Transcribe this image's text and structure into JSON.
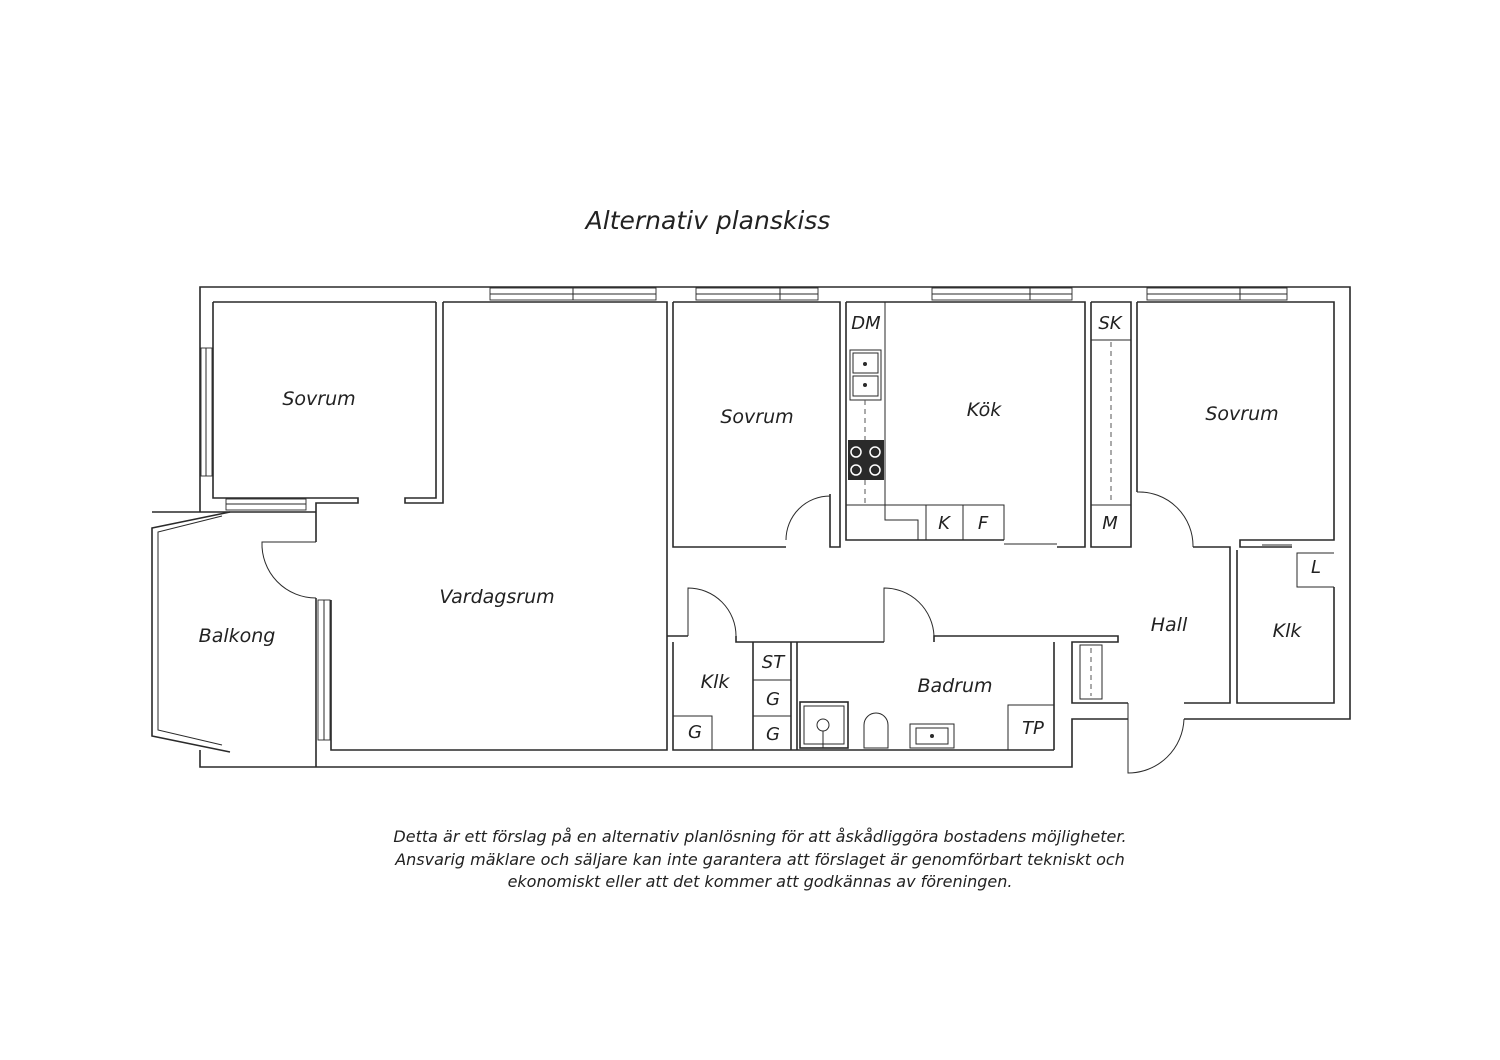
{
  "title": "Alternativ planskiss",
  "rooms": {
    "sovrum_1": "Sovrum",
    "vardagsrum": "Vardagsrum",
    "balkong": "Balkong",
    "sovrum_2": "Sovrum",
    "kok": "Kök",
    "sovrum_3": "Sovrum",
    "hall": "Hall",
    "klk_1": "Klk",
    "klk_2": "Klk",
    "badrum": "Badrum"
  },
  "fixtures": {
    "dm": "DM",
    "sk": "SK",
    "k": "K",
    "f": "F",
    "m": "M",
    "l": "L",
    "st": "ST",
    "g1": "G",
    "g2": "G",
    "g3": "G",
    "tp": "TP"
  },
  "disclaimer": [
    "Detta är ett förslag på en alternativ planlösning för att åskådliggöra bostadens möjligheter.",
    "Ansvarig mäklare och säljare kan inte garantera att förslaget är genomförbart tekniskt och",
    "ekonomiskt eller att det kommer att godkännas av föreningen."
  ]
}
